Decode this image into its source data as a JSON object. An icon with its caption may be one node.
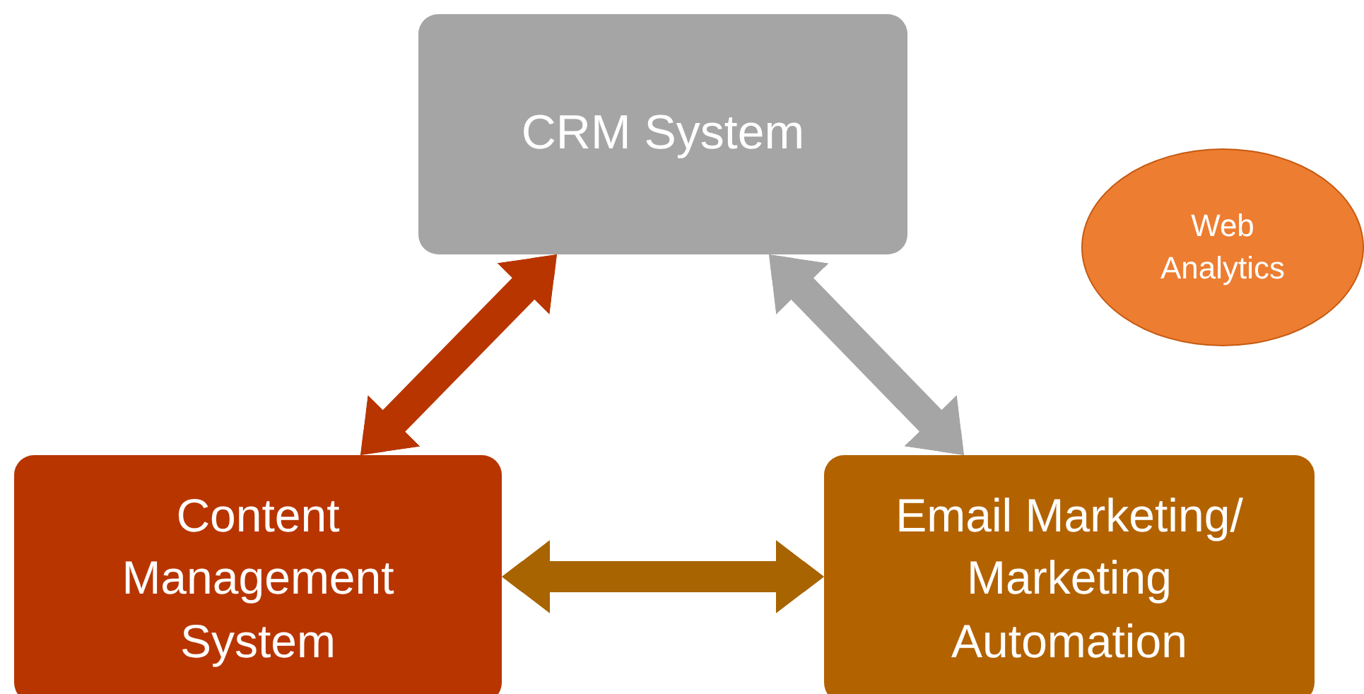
{
  "diagram": {
    "nodes": [
      {
        "text": [
          "CRM System"
        ]
      },
      {
        "text": [
          "Web Analytics"
        ]
      },
      {
        "text": [
          "Content Management System"
        ]
      },
      {
        "text": [
          "Email Marketing/ Marketing Automation"
        ]
      }
    ],
    "edges": [
      {
        "from": 0,
        "to": 2,
        "arrow": "both",
        "color": "#b83500"
      },
      {
        "from": 0,
        "to": 3,
        "arrow": "both",
        "color": "#a5a5a5"
      },
      {
        "from": 2,
        "to": 3,
        "arrow": "both",
        "color": "#a86400"
      }
    ]
  }
}
